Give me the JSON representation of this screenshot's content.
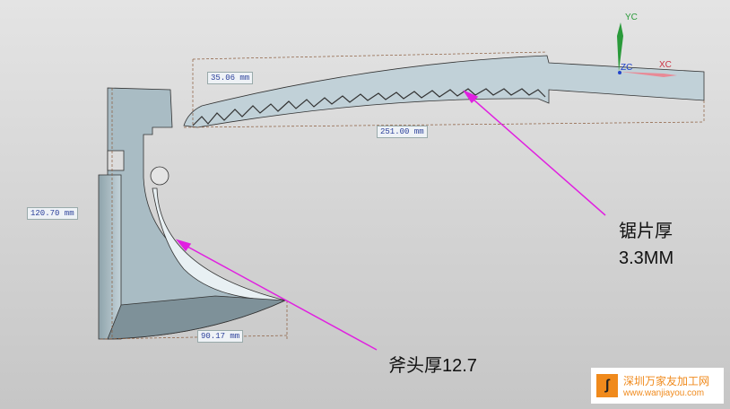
{
  "dimensions": {
    "blade_height": "35.06 mm",
    "blade_length": "251.00 mm",
    "head_height": "120.70 mm",
    "head_width": "90.17 mm"
  },
  "annotations": {
    "saw_line1": "锯片厚",
    "saw_line2": "3.3MM",
    "axe": "斧头厚12.7"
  },
  "axes": {
    "y": "YC",
    "z": "ZC",
    "x": "XC"
  },
  "watermark": {
    "name": "深圳万家友加工网",
    "url": "www.wanjiayou.com"
  },
  "colors": {
    "part": "#b8cbd3",
    "annotation": "#e020e0",
    "dimension": "#8a5a3a"
  }
}
